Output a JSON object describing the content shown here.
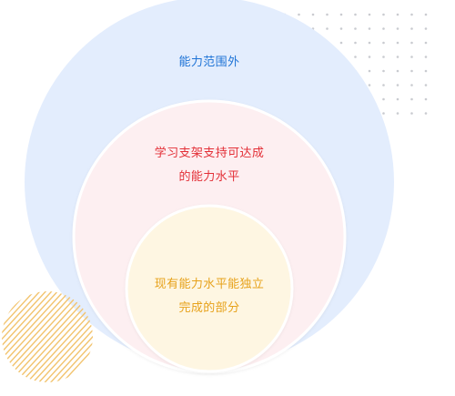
{
  "diagram": {
    "outer": {
      "label": "能力范围外",
      "fill": "#E3EDFD",
      "text_color": "#1E73D6"
    },
    "middle": {
      "label_line1": "学习支架支持可达成",
      "label_line2": "的能力水平",
      "fill": "#FDEFF1",
      "text_color": "#E32F37"
    },
    "inner": {
      "label_line1": "现有能力水平能独立",
      "label_line2": "完成的部分",
      "fill": "#FEF6E2",
      "text_color": "#E7A21B"
    },
    "decor": {
      "dot_color": "#C9CBD0",
      "stripe_color": "#F2C36D"
    }
  }
}
